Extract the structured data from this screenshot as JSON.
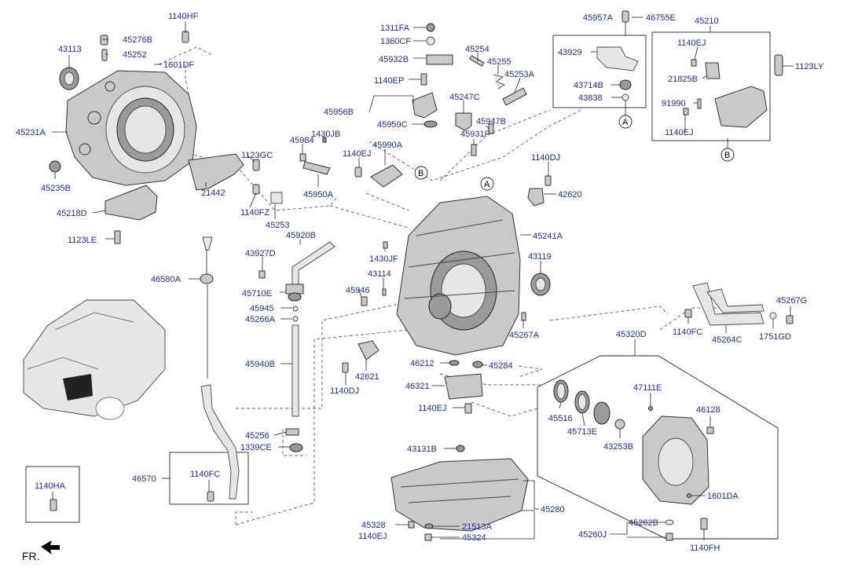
{
  "labels": {
    "l1140HF": "1140HF",
    "l45276B": "45276B",
    "l43113": "43113",
    "l45252": "45252",
    "l1601DF": "1601DF",
    "l45231A": "45231A",
    "l45235B": "45235B",
    "l1123GC": "1123GC",
    "l45218D": "45218D",
    "l21442": "21442",
    "l1140FZ": "1140FZ",
    "l45253": "45253",
    "l1123LE": "1123LE",
    "l1311FA": "1311FA",
    "l1360CF": "1360CF",
    "l45932B": "45932B",
    "l1140EP": "1140EP",
    "l45956B": "45956B",
    "l45959C": "45959C",
    "l1430JB": "1430JB",
    "l45984": "45984",
    "l1140EJa": "1140EJ",
    "l45990A": "45990A",
    "l45950A": "45950A",
    "l45254": "45254",
    "l45255": "45255",
    "l45253A": "45253A",
    "l45247C": "45247C",
    "l45947B": "45947B",
    "l45931F": "45931F",
    "l45957A": "45957A",
    "l46755E": "46755E",
    "l43929": "43929",
    "l43714B": "43714B",
    "l43838": "43838",
    "l45210": "45210",
    "l1140EJb": "1140EJ",
    "l1123LY": "1123LY",
    "l21825B": "21825B",
    "l91990": "91990",
    "l1140EJc": "1140EJ",
    "l1140DJa": "1140DJ",
    "l42620": "42620",
    "l45241A": "45241A",
    "l43119": "43119",
    "l45920B": "45920B",
    "l43927D": "43927D",
    "l1430JF": "1430JF",
    "l43114": "43114",
    "l46580A": "46580A",
    "l45710E": "45710E",
    "l45946": "45946",
    "l45945": "45945",
    "l45266A": "45266A",
    "l45267A": "45267A",
    "l45940B": "45940B",
    "l42621": "42621",
    "l46212": "46212",
    "l45284": "45284",
    "l1140DJb": "1140DJ",
    "l46321": "46321",
    "l1140EJd": "1140EJ",
    "l45256": "45256",
    "l1339CE": "1339CE",
    "l46570": "46570",
    "l1140FC": "1140FC",
    "l1140HA": "1140HA",
    "l43131B": "43131B",
    "l45280": "45280",
    "l45328": "45328",
    "l1140EJe": "1140EJ",
    "l21513A": "21513A",
    "l45324": "45324",
    "l45320D": "45320D",
    "l47111E": "47111E",
    "l46128": "46128",
    "l45516": "45516",
    "l45713E": "45713E",
    "l43253B": "43253B",
    "l1601DA": "1601DA",
    "l45262B": "45262B",
    "l45260J": "45260J",
    "l1140FH": "1140FH",
    "l1140FCb": "1140FC",
    "l45264C": "45264C",
    "l1751GD": "1751GD",
    "l45267G": "45267G",
    "fr": "FR.",
    "refA": "A",
    "refB": "B"
  },
  "colors": {
    "label": "#1a2bb8",
    "line": "#222222",
    "part": "#c9c9c9"
  }
}
